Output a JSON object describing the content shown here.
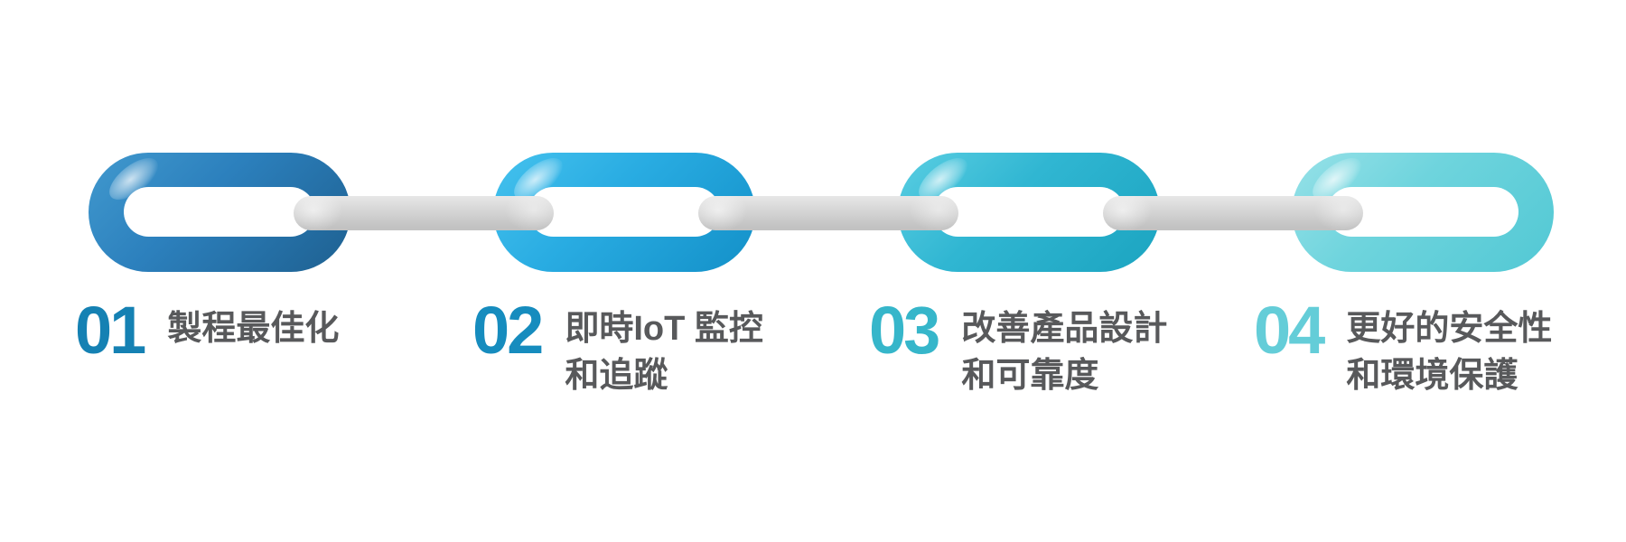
{
  "background": "#FFFFFF",
  "text_color": "#58595B",
  "connector": {
    "color_light": "#E7E7E7",
    "color_dark": "#C2C2C2"
  },
  "items": [
    {
      "number": "01",
      "number_color": "#1581B3",
      "label_lines": [
        "製程最佳化"
      ],
      "link_colors": {
        "from": "#4199CE",
        "mid": "#2C80BD",
        "to": "#1E6090"
      }
    },
    {
      "number": "02",
      "number_color": "#168CBE",
      "label_lines": [
        "即時IoT 監控",
        "和追蹤"
      ],
      "link_colors": {
        "from": "#45C2EE",
        "mid": "#29ACE2",
        "to": "#1390C8"
      }
    },
    {
      "number": "03",
      "number_color": "#36B6CA",
      "label_lines": [
        "改善產品設計",
        "和可靠度"
      ],
      "link_colors": {
        "from": "#5ACEE2",
        "mid": "#30B6D2",
        "to": "#1BA4C0"
      }
    },
    {
      "number": "04",
      "number_color": "#64CDD8",
      "label_lines": [
        "更好的安全性",
        "和環境保護"
      ],
      "link_colors": {
        "from": "#97E1E8",
        "mid": "#6ED4DD",
        "to": "#52C8D4"
      }
    }
  ]
}
